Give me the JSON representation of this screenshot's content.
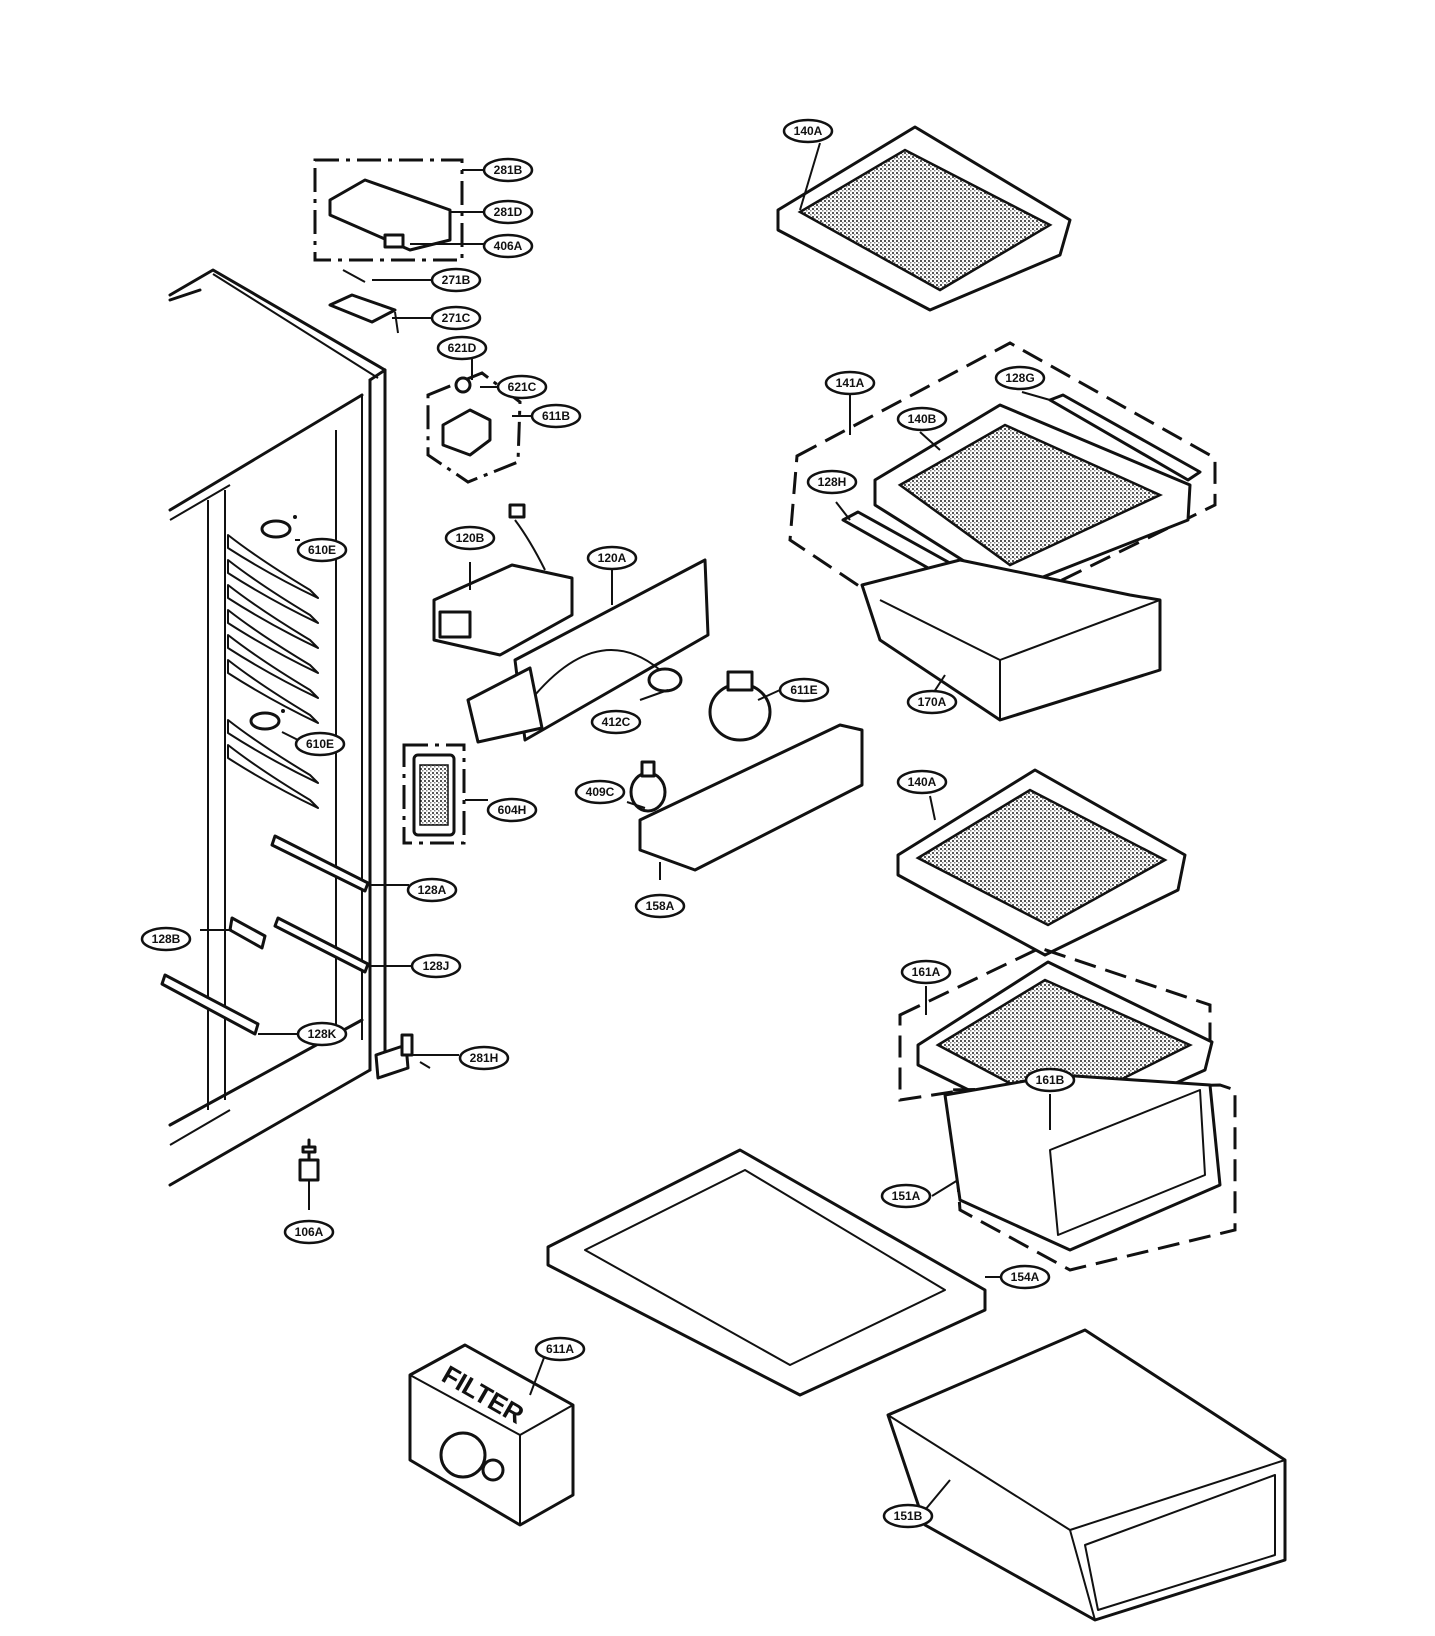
{
  "callouts": {
    "c281B": "281B",
    "c281D": "281D",
    "c406A": "406A",
    "c271B": "271B",
    "c271C": "271C",
    "c621D": "621D",
    "c621C": "621C",
    "c611B": "611B",
    "c610E_top": "610E",
    "c610E_bottom": "610E",
    "c120B": "120B",
    "c120A": "120A",
    "c412C": "412C",
    "c611E": "611E",
    "c409C": "409C",
    "c604H": "604H",
    "c158A": "158A",
    "c128A": "128A",
    "c128B": "128B",
    "c128J": "128J",
    "c128K": "128K",
    "c281H": "281H",
    "c106A": "106A",
    "c140A_top": "140A",
    "c141A": "141A",
    "c128G": "128G",
    "c140B": "140B",
    "c128H": "128H",
    "c170A": "170A",
    "c140A_mid": "140A",
    "c161A": "161A",
    "c161B": "161B",
    "c151A": "151A",
    "c154A": "154A",
    "c611A": "611A",
    "c151B": "151B"
  },
  "filter_label": "FILTER"
}
